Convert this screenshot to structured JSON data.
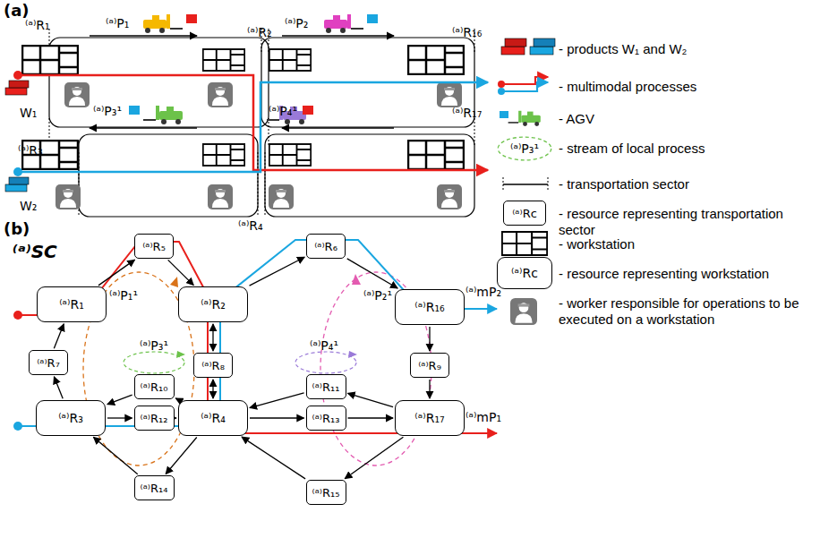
{
  "diagram": {
    "nodes": [
      {
        "text": [
          "⁽ᵃ⁾R₁"
        ]
      },
      {
        "text": [
          "⁽ᵃ⁾R₅"
        ]
      },
      {
        "text": [
          "⁽ᵃ⁾R₂"
        ]
      },
      {
        "text": [
          "⁽ᵃ⁾R₆"
        ]
      },
      {
        "text": [
          "⁽ᵃ⁾R₁₆"
        ]
      },
      {
        "text": [
          "⁽ᵃ⁾R₇"
        ]
      },
      {
        "text": [
          "⁽ᵃ⁾R₁₀"
        ]
      },
      {
        "text": [
          "⁽ᵃ⁾R₈"
        ]
      },
      {
        "text": [
          "⁽ᵃ⁾R₁₁"
        ]
      },
      {
        "text": [
          "⁽ᵃ⁾R₉"
        ]
      },
      {
        "text": [
          "⁽ᵃ⁾R₃"
        ]
      },
      {
        "text": [
          "⁽ᵃ⁾R₁₂"
        ]
      },
      {
        "text": [
          "⁽ᵃ⁾R₄"
        ]
      },
      {
        "text": [
          "⁽ᵃ⁾R₁₃"
        ]
      },
      {
        "text": [
          "⁽ᵃ⁾R₁₇"
        ]
      },
      {
        "text": [
          "⁽ᵃ⁾R₁₄"
        ]
      },
      {
        "text": [
          "⁽ᵃ⁾R₁₅"
        ]
      },
      {
        "text": [
          "⁽ᵃ⁾P₃¹"
        ]
      },
      {
        "text": [
          "⁽ᵃ⁾Rc"
        ]
      },
      {
        "text": [
          "⁽ᵃ⁾Rc"
        ]
      }
    ],
    "edges": [
      {
        "from": 0,
        "to": 1,
        "arrow": "to"
      },
      {
        "from": 1,
        "to": 2,
        "arrow": "to"
      },
      {
        "from": 2,
        "to": 3,
        "arrow": "to"
      },
      {
        "from": 3,
        "to": 4,
        "arrow": "to"
      },
      {
        "from": 4,
        "to": 9,
        "arrow": "to"
      },
      {
        "from": 9,
        "to": 14,
        "arrow": "to"
      },
      {
        "from": 14,
        "to": 16,
        "arrow": "to"
      },
      {
        "from": 16,
        "to": 12,
        "arrow": "to"
      },
      {
        "from": 12,
        "to": 15,
        "arrow": "to"
      },
      {
        "from": 15,
        "to": 10,
        "arrow": "to"
      },
      {
        "from": 10,
        "to": 5,
        "arrow": "to"
      },
      {
        "from": 5,
        "to": 0,
        "arrow": "to"
      },
      {
        "from": 10,
        "to": 11,
        "arrow": "to"
      },
      {
        "from": 11,
        "to": 12,
        "arrow": "to"
      },
      {
        "from": 12,
        "to": 13,
        "arrow": "to"
      },
      {
        "from": 13,
        "to": 14,
        "arrow": "to"
      },
      {
        "from": 12,
        "to": 6,
        "arrow": "to"
      },
      {
        "from": 6,
        "to": 10,
        "arrow": "to"
      },
      {
        "from": 14,
        "to": 8,
        "arrow": "to"
      },
      {
        "from": 8,
        "to": 12,
        "arrow": "to"
      },
      {
        "from": 2,
        "to": 7,
        "arrow": "both"
      },
      {
        "from": 7,
        "to": 12,
        "arrow": "both"
      }
    ],
    "labels": [
      "(a)",
      "(b)",
      "⁽ᵃ⁾R₁",
      "⁽ᵃ⁾P₁",
      "⁽ᵃ⁾R₂",
      "⁽ᵃ⁾P₂",
      "⁽ᵃ⁾R₁₆",
      "W₁",
      "⁽ᵃ⁾P₃¹",
      "⁽ᵃ⁾P₄¹",
      "⁽ᵃ⁾R₃",
      "⁽ᵃ⁾R₁₇",
      "W₂",
      "⁽ᵃ⁾R₄",
      "⁽ᵃ⁾SC",
      "⁽ᵃ⁾P₁¹",
      "⁽ᵃ⁾P₂¹",
      "⁽ᵃ⁾mP₂",
      "⁽ᵃ⁾P₃¹",
      "⁽ᵃ⁾P₄¹",
      "⁽ᵃ⁾mP₁"
    ],
    "legend": [
      {
        "text": "- products W₁ and W₂"
      },
      {
        "text": "- multimodal processes"
      },
      {
        "text": "- AGV"
      },
      {
        "text": "- stream of local process"
      },
      {
        "text": "- transportation sector"
      },
      {
        "text": "- resource representing transportation sector"
      },
      {
        "text": "- workstation"
      },
      {
        "text": "- resource representing workstation"
      },
      {
        "text": "- worker responsible for operations to be executed on a workstation"
      }
    ]
  }
}
